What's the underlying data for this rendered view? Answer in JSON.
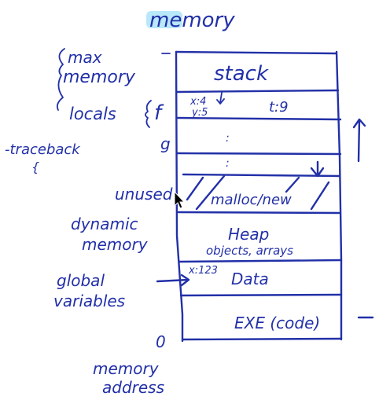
{
  "title": "memory",
  "left_labels": {
    "max_memory_1": "max",
    "max_memory_2": "memory",
    "locals": "locals",
    "locals_f": "f",
    "g": "g",
    "traceback": "-traceback",
    "unused": "unused",
    "dynamic_memory_1": "dynamic",
    "dynamic_memory_2": "memory",
    "global_variables_1": "global",
    "global_variables_2": "variables",
    "address_zero": "0",
    "memory_address_1": "memory",
    "memory_address_2": "address"
  },
  "segments": {
    "stack": "stack",
    "frame_x": "x:4",
    "frame_y": "y:5",
    "frame_t": "t:9",
    "unused_note": "malloc/new",
    "heap": "Heap",
    "heap_note": "objects, arrays",
    "data_var": "x:123",
    "data": "Data",
    "code": "EXE (code)"
  }
}
